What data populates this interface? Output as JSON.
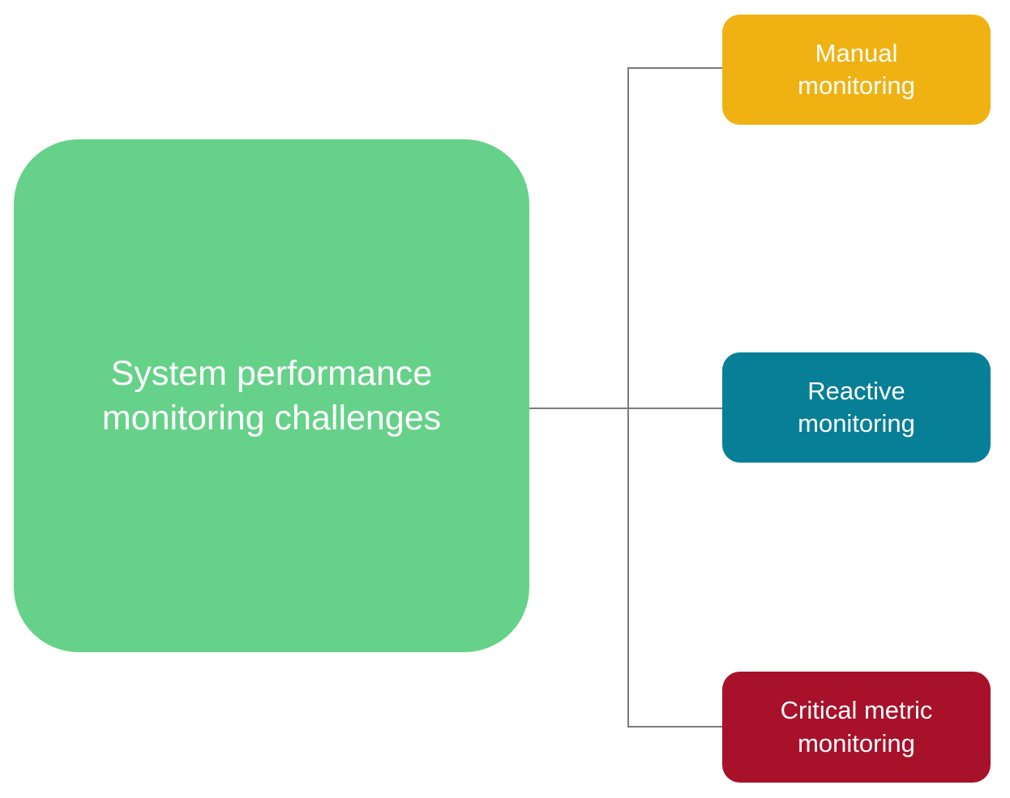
{
  "diagram": {
    "type": "mind-map",
    "background_color": "#ffffff",
    "connector_color": "#7b7b7b",
    "text_color": "#ffffff",
    "root": {
      "label": "System performance\nmonitoring challenges",
      "color": "#66d189"
    },
    "children": [
      {
        "label": "Manual\nmonitoring",
        "color": "#f0b212"
      },
      {
        "label": "Reactive\nmonitoring",
        "color": "#077f96"
      },
      {
        "label": "Critical metric\nmonitoring",
        "color": "#a8112a"
      }
    ]
  }
}
